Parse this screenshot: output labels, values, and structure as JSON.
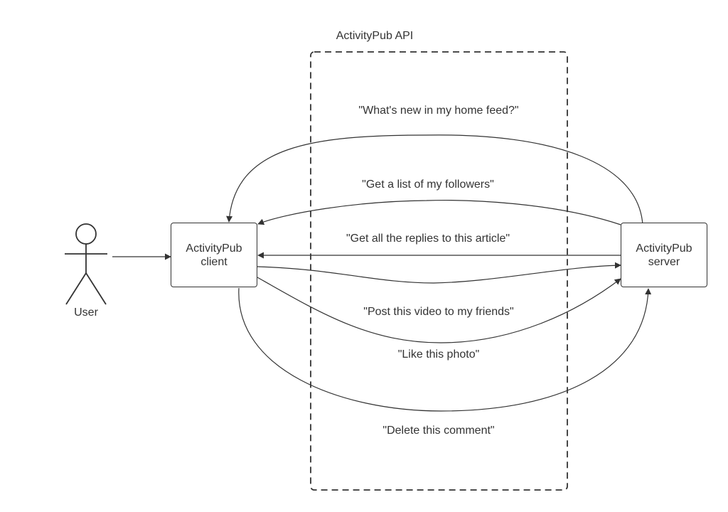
{
  "api_region": {
    "title": "ActivityPub API"
  },
  "actor": {
    "label": "User"
  },
  "client": {
    "line1": "ActivityPub",
    "line2": "client"
  },
  "server": {
    "line1": "ActivityPub",
    "line2": "server"
  },
  "messages": {
    "home_feed": "\"What's new in my home feed?\"",
    "followers": "\"Get a list of my followers\"",
    "replies": "\"Get all the replies to this article\"",
    "post_video": "\"Post this video to my friends\"",
    "like_photo": "\"Like this photo\"",
    "delete_comment": "\"Delete this comment\""
  },
  "colors": {
    "stroke": "#333333",
    "background": "#ffffff"
  }
}
